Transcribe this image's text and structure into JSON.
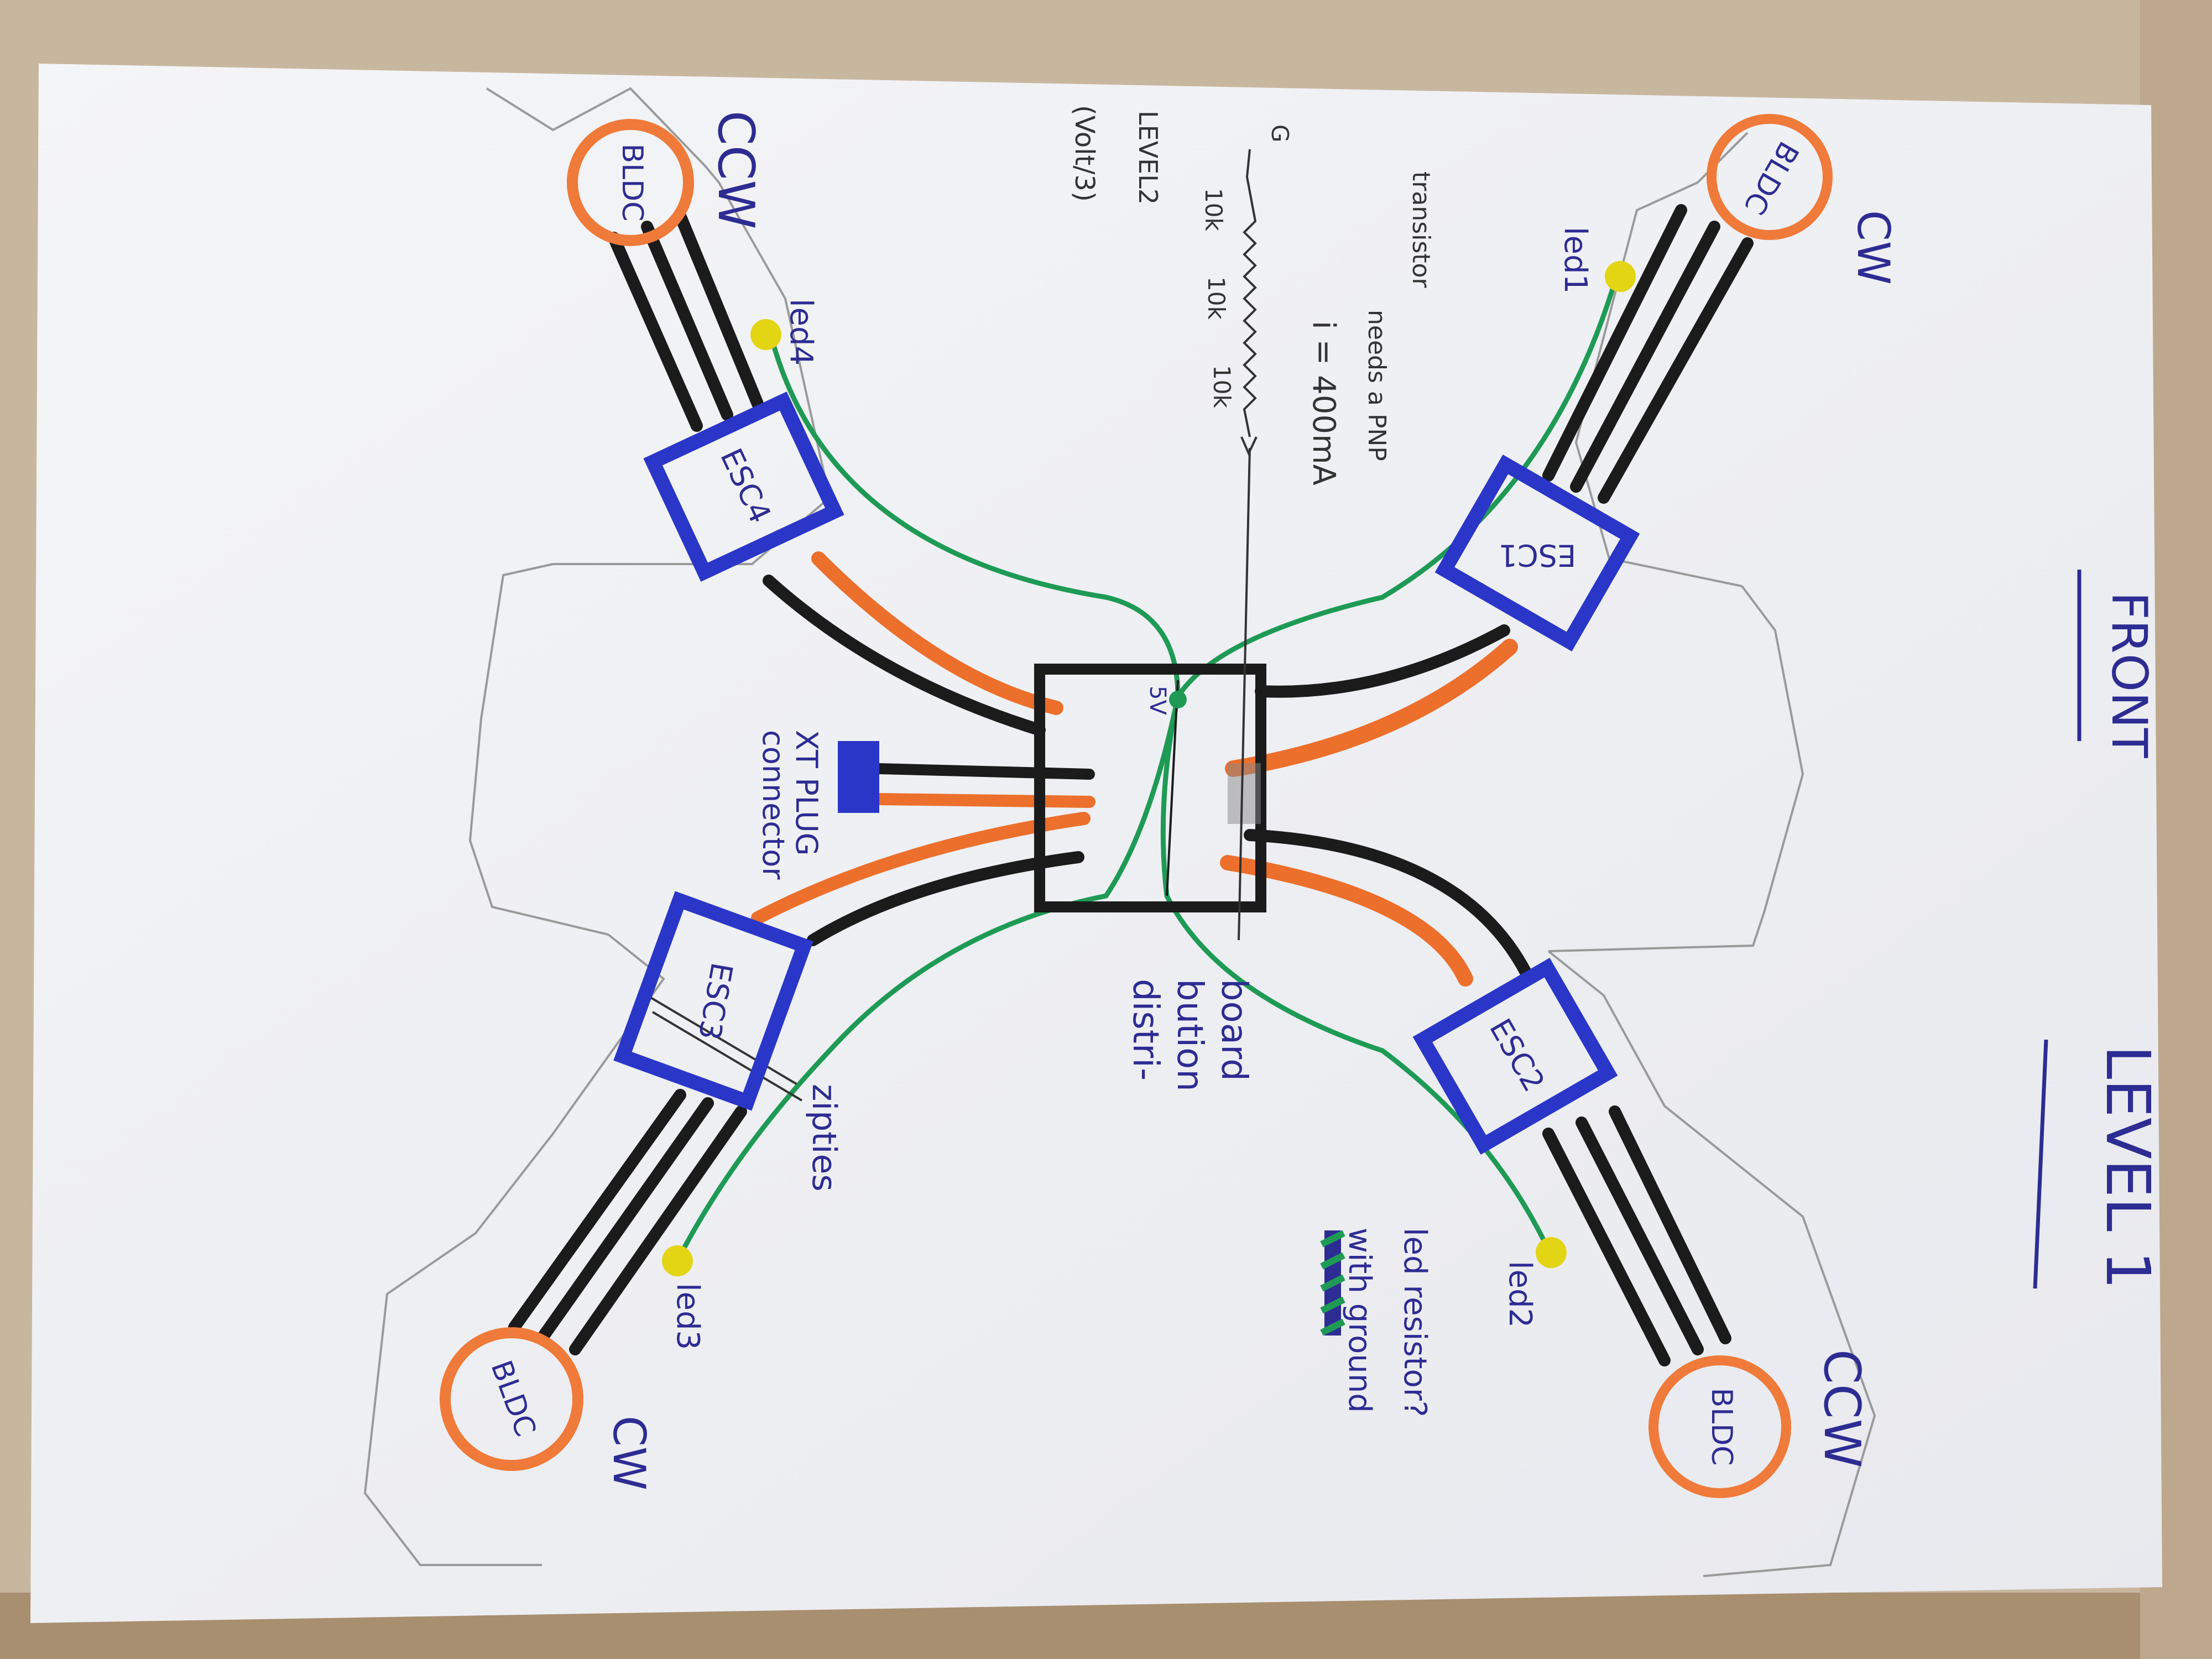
{
  "title": "LEVEL 1",
  "front_label": "FRONT",
  "motors": [
    {
      "id": "m-topleft",
      "label": "BLDC",
      "direction": "CCW"
    },
    {
      "id": "m-topright",
      "label": "BLDC",
      "direction": "CW"
    },
    {
      "id": "m-botright",
      "label": "BLDC",
      "direction": "CCW"
    },
    {
      "id": "m-botleft",
      "label": "BLDC",
      "direction": "CW"
    }
  ],
  "escs": [
    {
      "id": "esc1",
      "label": "ESC1"
    },
    {
      "id": "esc2",
      "label": "ESC2"
    },
    {
      "id": "esc3",
      "label": "ESC3"
    },
    {
      "id": "esc4",
      "label": "ESC4"
    }
  ],
  "leds": [
    {
      "id": "led1",
      "label": "led1"
    },
    {
      "id": "led2",
      "label": "led2"
    },
    {
      "id": "led3",
      "label": "led3"
    },
    {
      "id": "led4",
      "label": "led4"
    }
  ],
  "distribution_board": {
    "label_line1": "distri-",
    "label_line2": "bution",
    "label_line3": "board",
    "five_volt": "5V"
  },
  "connector": {
    "line1": "XT PLUG",
    "line2": "connector"
  },
  "zipties": "zipties",
  "resistor_note": {
    "volt": "(Volt/3)",
    "level2": "LEVEL2",
    "r1": "10k",
    "r2": "10k",
    "r3": "10k",
    "ground": "G",
    "current": "i = 400mA",
    "pnp_line1": "needs a PNP",
    "pnp_line2": "transistor"
  },
  "legend": {
    "line1": "with ground",
    "line2": "led resistor?"
  },
  "colors": {
    "ink_blue": "#2d2c93",
    "motor_orange": "#ef7a3a",
    "wire_black": "#1b1b1b",
    "wire_orange": "#ec6f2c",
    "wire_green": "#1e9a55",
    "led_yellow": "#e3d414",
    "esc_blue": "#2a36c8"
  }
}
